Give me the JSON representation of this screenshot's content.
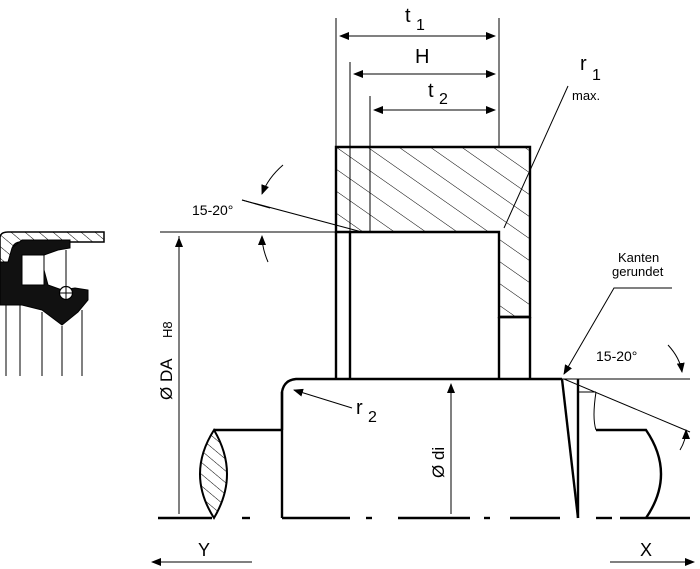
{
  "labels": {
    "t1": "t",
    "t1_sub": "1",
    "H": "H",
    "t2": "t",
    "t2_sub": "2",
    "r1": "r",
    "r1_sub": "1",
    "r1_max": "max.",
    "angle_left": "15-20°",
    "angle_right": "15-20°",
    "kanten_line1": "Kanten",
    "kanten_line2": "gerundet",
    "da": "Ø DA",
    "da_tol": "H8",
    "r2": "r",
    "r2_sub": "2",
    "di": "Ø di",
    "dir_left": "Y",
    "dir_right": "X"
  }
}
